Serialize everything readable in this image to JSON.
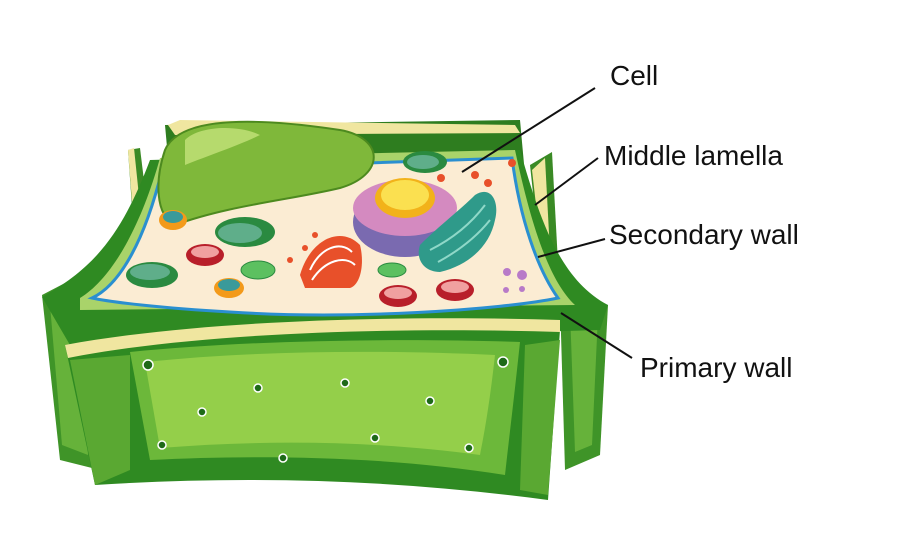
{
  "title": "Plant cell wall structure",
  "labels": {
    "cell": "Cell",
    "middle_lamella": "Middle lamella",
    "secondary_wall": "Secondary wall",
    "primary_wall": "Primary wall"
  },
  "colors": {
    "dark_green": "#2e7d1f",
    "mid_green": "#5aa832",
    "light_green": "#94cf4a",
    "lamella": "#f0e6a0",
    "cytoplasm": "#fbecd3",
    "membrane": "#2a8fd0"
  }
}
